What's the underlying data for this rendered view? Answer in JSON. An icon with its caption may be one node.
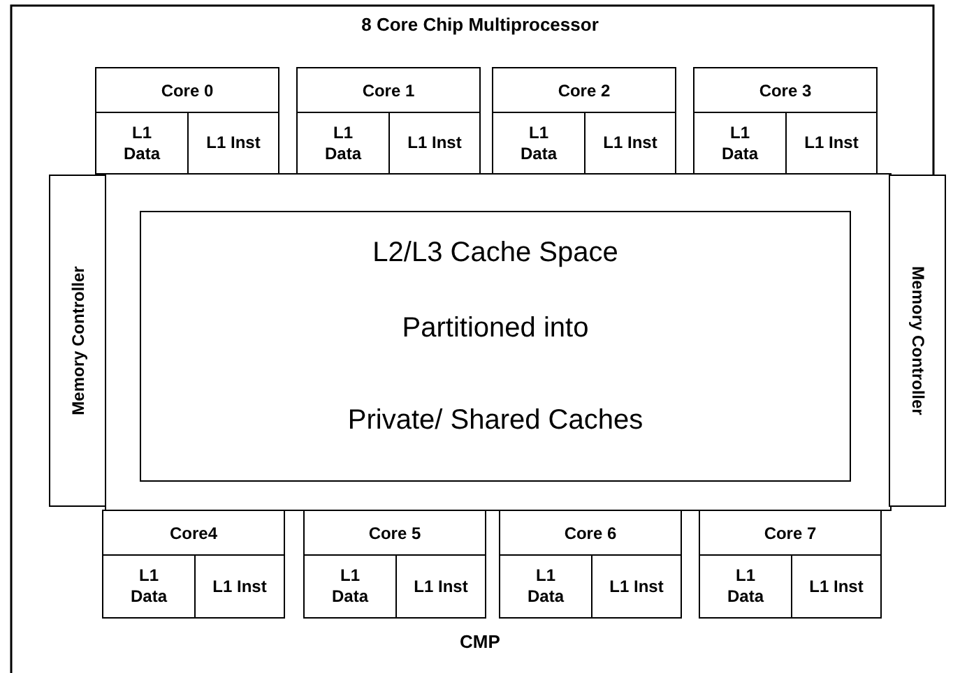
{
  "diagram": {
    "title": "8 Core Chip Multiprocessor",
    "nodes": [
      {
        "text": [
          "Core 0"
        ]
      },
      {
        "text": [
          "L1 Data"
        ],
        "in": 0
      },
      {
        "text": [
          "L1 Inst"
        ],
        "in": 0
      },
      {
        "text": [
          "Core 1"
        ]
      },
      {
        "text": [
          "L1 Data"
        ],
        "in": 3
      },
      {
        "text": [
          "L1 Inst"
        ],
        "in": 3
      },
      {
        "text": [
          "Core 2"
        ]
      },
      {
        "text": [
          "L1 Data"
        ],
        "in": 6
      },
      {
        "text": [
          "L1 Inst"
        ],
        "in": 6
      },
      {
        "text": [
          "Core 3"
        ]
      },
      {
        "text": [
          "L1 Data"
        ],
        "in": 9
      },
      {
        "text": [
          "L1 Inst"
        ],
        "in": 9
      },
      {
        "text": [
          "Memory Controller"
        ]
      },
      {
        "text": [],
        "shape": "box"
      },
      {
        "text": [
          "L2/L3 Cache Space",
          "Partitioned into",
          "Private/ Shared Caches"
        ],
        "in": 13
      },
      {
        "text": [
          "Memory Controller"
        ]
      },
      {
        "text": [
          "Core4"
        ]
      },
      {
        "text": [
          "L1 Data"
        ],
        "in": 16
      },
      {
        "text": [
          "L1 Inst"
        ],
        "in": 16
      },
      {
        "text": [
          "Core 5"
        ]
      },
      {
        "text": [
          "L1 Data"
        ],
        "in": 19
      },
      {
        "text": [
          "L1 Inst"
        ],
        "in": 19
      },
      {
        "text": [
          "Core 6"
        ]
      },
      {
        "text": [
          "L1 Data"
        ],
        "in": 22
      },
      {
        "text": [
          "L1 Inst"
        ],
        "in": 22
      },
      {
        "text": [
          "Core 7"
        ]
      },
      {
        "text": [
          "L1 Data"
        ],
        "in": 25
      },
      {
        "text": [
          "L1 Inst"
        ],
        "in": 25
      }
    ],
    "edges": [],
    "labels": [
      "CMP"
    ]
  }
}
